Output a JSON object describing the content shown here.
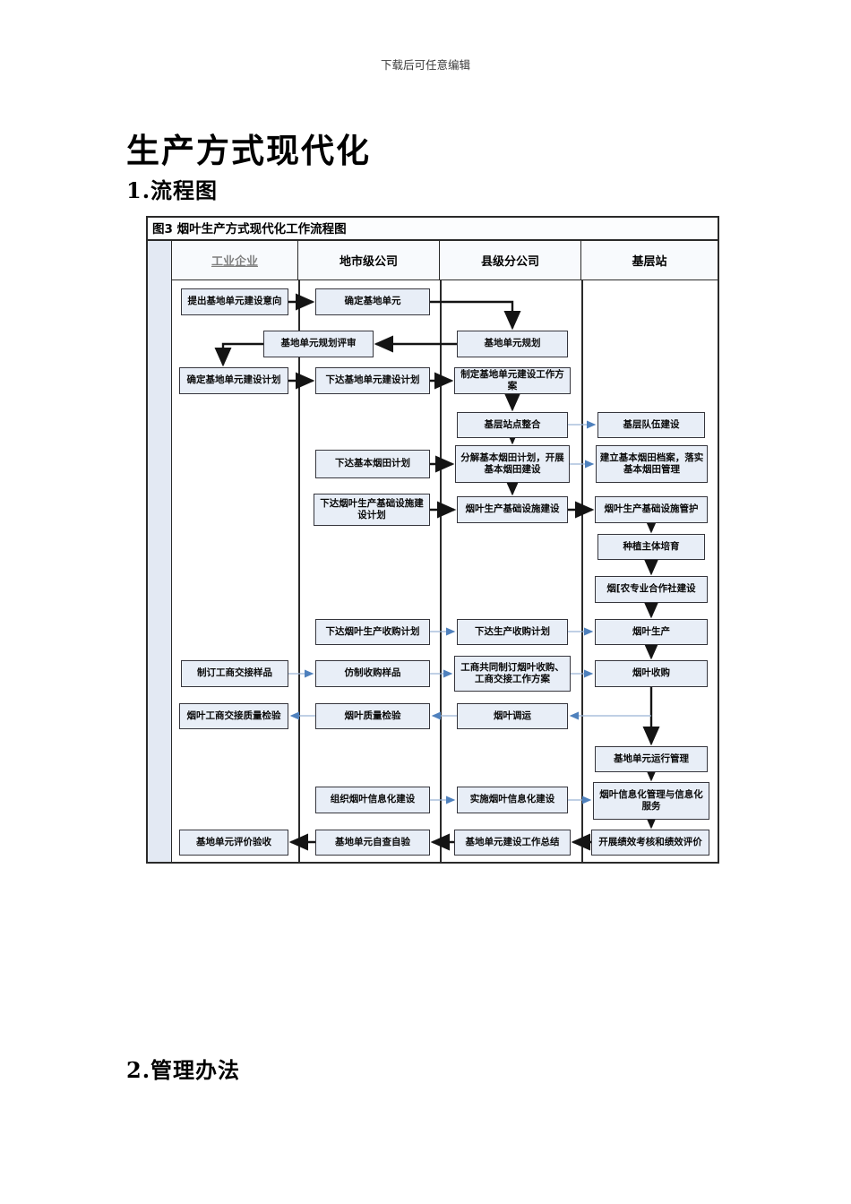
{
  "page": {
    "watermark": "下载后可任意编辑",
    "title": "生产方式现代化",
    "section1": "1.流程图",
    "section2": "2.管理办法"
  },
  "flowchart": {
    "caption": "图3 烟叶生产方式现代化工作流程图",
    "lanes": [
      "工业企业",
      "地市级公司",
      "县级分公司",
      "基层站"
    ],
    "boxes": [
      "提出基地单元建设意向",
      "确定基地单元",
      "基地单元规划",
      "基地单元规划评审",
      "确定基地单元建设计划",
      "下达基地单元建设计划",
      "制定基地单元建设工作方案",
      "基层站点整合",
      "基层队伍建设",
      "下达基本烟田计划",
      "分解基本烟田计划，开展基本烟田建设",
      "建立基本烟田档案，落实基本烟田管理",
      "下达烟叶生产基础设施建设计划",
      "烟叶生产基础设施建设",
      "烟叶生产基础设施管护",
      "种植主体培育",
      "烟[农专业合作社建设",
      "下达烟叶生产收购计划",
      "下达生产收购计划",
      "烟叶生产",
      "制订工商交接样品",
      "仿制收购样品",
      "工商共同制订烟叶收购、工商交接工作方案",
      "烟叶收购",
      "烟叶工商交接质量检验",
      "烟叶质量检验",
      "烟叶调运",
      "基地单元运行管理",
      "组织烟叶信息化建设",
      "实施烟叶信息化建设",
      "烟叶信息化管理与信息化服务",
      "基地单元评价验收",
      "基地单元自查自验",
      "基地单元建设工作总结",
      "开展绩效考核和绩效评价"
    ],
    "colors": {
      "box_fill": "#e8eef7",
      "box_border": "#36363d",
      "lane_strip_fill": "#e3e9f3",
      "black_arrow": "#141414",
      "blue_arrow_line": "#9ab3d5",
      "blue_arrow_head": "#4f81bd"
    }
  }
}
